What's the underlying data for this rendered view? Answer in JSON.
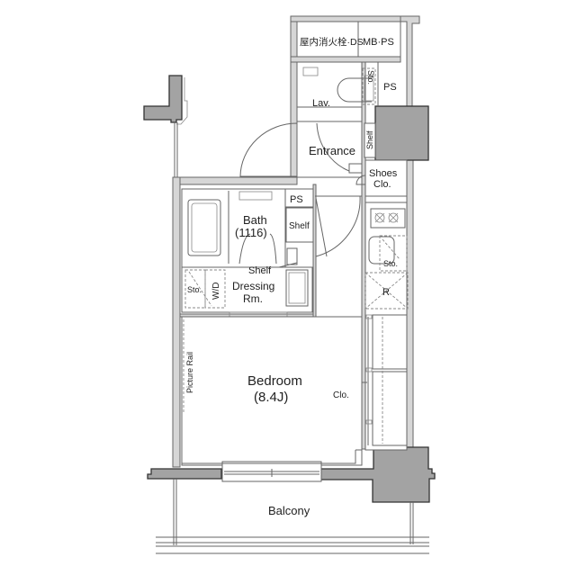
{
  "plan": {
    "rooms": {
      "fire_hydrant_ds": "屋内消火栓·DS",
      "mb_ps": "MB·PS",
      "lav": "Lav.",
      "sto_lav": "Sto.",
      "ps_top": "PS",
      "entrance": "Entrance",
      "shelf_entrance": "Shelf",
      "shoes_clo_1": "Shoes",
      "shoes_clo_2": "Clo.",
      "ps_bath": "PS",
      "shelf_bath": "Shelf",
      "bath_1": "Bath",
      "bath_2": "(1116)",
      "shelf_dressing": "Shelf",
      "sto_dressing": "Sto.",
      "wd": "W/D",
      "dressing_1": "Dressing",
      "dressing_2": "Rm.",
      "sto_kitchen": "Sto.",
      "refrigerator": "R",
      "picture_rail": "Picture Rail",
      "bedroom_1": "Bedroom",
      "bedroom_2": "(8.4J)",
      "clo": "Clo.",
      "balcony": "Balcony"
    },
    "colors": {
      "wall_fill": "#d6d6d6",
      "column_fill": "#a3a3a3",
      "line": "#666666"
    }
  }
}
